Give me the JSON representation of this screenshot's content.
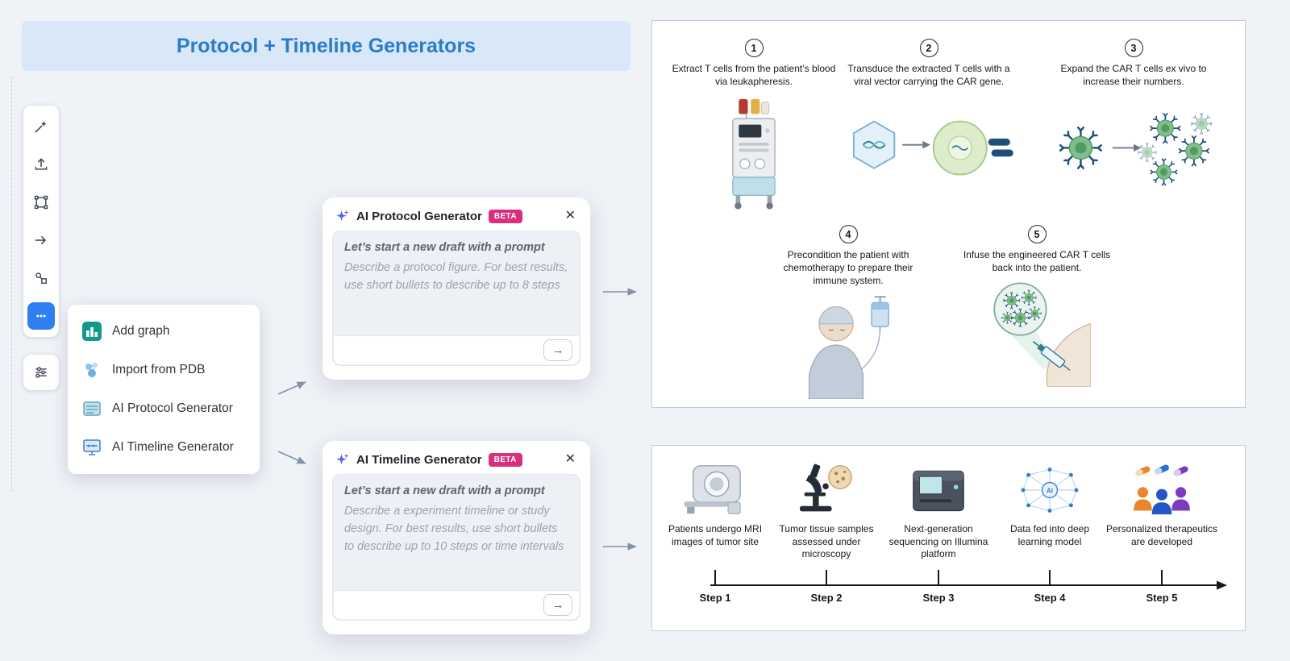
{
  "banner": {
    "title": "Protocol + Timeline Generators"
  },
  "toolbar": {
    "items": [
      {
        "icon": "ai-pen-icon"
      },
      {
        "icon": "upload-icon"
      },
      {
        "icon": "artboard-icon"
      },
      {
        "icon": "arrow-tool-icon"
      },
      {
        "icon": "flowchart-icon"
      },
      {
        "icon": "more-tools-icon"
      }
    ],
    "extra": {
      "icon": "sliders-icon"
    }
  },
  "menu": {
    "items": [
      {
        "icon": "bar-chart-icon",
        "label": "Add graph"
      },
      {
        "icon": "molecule-icon",
        "label": "Import from PDB"
      },
      {
        "icon": "protocol-generator-icon",
        "label": "AI Protocol Generator"
      },
      {
        "icon": "timeline-generator-icon",
        "label": "AI Timeline Generator"
      }
    ]
  },
  "protocol_dialog": {
    "title": "AI Protocol Generator",
    "badge": "BETA",
    "close_icon": "✕",
    "heading": "Let’s start a new draft with a prompt",
    "placeholder": "Describe a protocol figure. For best results, use short bullets to describe up to 8 steps",
    "send_icon": "→"
  },
  "timeline_dialog": {
    "title": "AI Timeline Generator",
    "badge": "BETA",
    "close_icon": "✕",
    "heading": "Let’s start a new draft with a prompt",
    "placeholder": "Describe a experiment timeline or study design. For best results, use short bullets to describe up to 10 steps or time intervals",
    "send_icon": "→"
  },
  "protocol_figure": {
    "steps": [
      {
        "num": "1",
        "text": "Extract T cells from the patient’s blood via leukapheresis.",
        "icon": "apheresis-machine-illustration"
      },
      {
        "num": "2",
        "text": "Transduce the extracted T cells with a viral vector carrying the CAR gene.",
        "icon": "viral-transduction-illustration"
      },
      {
        "num": "3",
        "text": "Expand the CAR T cells ex vivo to increase their numbers.",
        "icon": "cell-expansion-illustration"
      },
      {
        "num": "4",
        "text": "Precondition the patient with chemotherapy to prepare their immune system.",
        "icon": "patient-chemotherapy-illustration"
      },
      {
        "num": "5",
        "text": "Infuse the engineered CAR T cells back into the patient.",
        "icon": "infusion-illustration"
      }
    ]
  },
  "timeline_figure": {
    "items": [
      {
        "label": "Patients undergo MRI images of tumor site",
        "step": "Step 1",
        "icon": "mri-scanner-illustration"
      },
      {
        "label": "Tumor tissue samples assessed under microscopy",
        "step": "Step 2",
        "icon": "microscope-illustration"
      },
      {
        "label": "Next-generation sequencing on Illumina platform",
        "step": "Step 3",
        "icon": "sequencer-illustration"
      },
      {
        "label": "Data fed into deep learning model",
        "step": "Step 4",
        "icon": "neural-network-illustration",
        "icon_label": "AI"
      },
      {
        "label": "Personalized therapeutics are developed",
        "step": "Step 5",
        "icon": "therapeutics-illustration"
      }
    ]
  }
}
